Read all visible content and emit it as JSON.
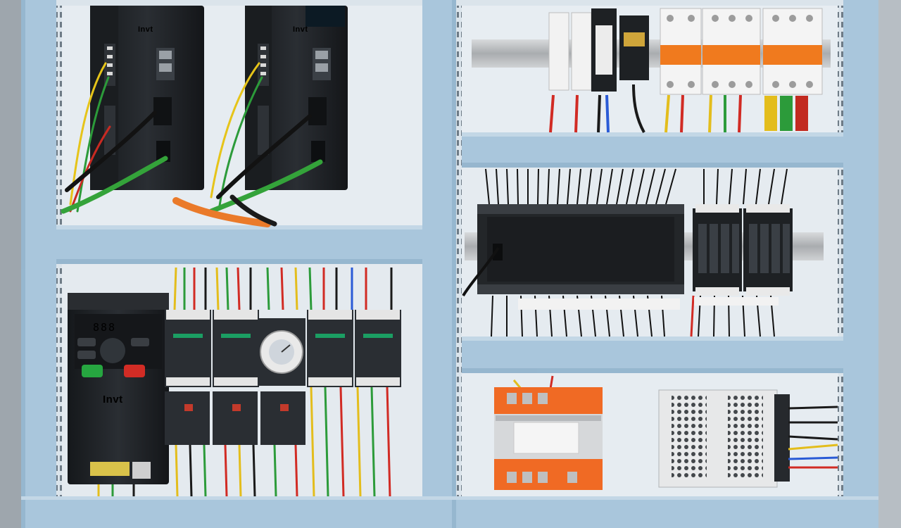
{
  "scene": {
    "description_tags": [
      "servo-drive-left",
      "servo-drive-right",
      "circuit-breakers",
      "plc",
      "relay-modules",
      "vfd",
      "contactors",
      "timer-relay",
      "transformer",
      "power-supply"
    ],
    "servo_drive_brand": "Invt",
    "vfd_brand": "Invt",
    "vfd_display": "888",
    "colors": {
      "panel": "#dfe7ee",
      "frame": "#a9c6dc",
      "frame_dark": "#8fb0c9",
      "device_black": "#1e2124",
      "breaker_orange": "#f07a1e",
      "transformer_orange": "#f06a24"
    }
  }
}
